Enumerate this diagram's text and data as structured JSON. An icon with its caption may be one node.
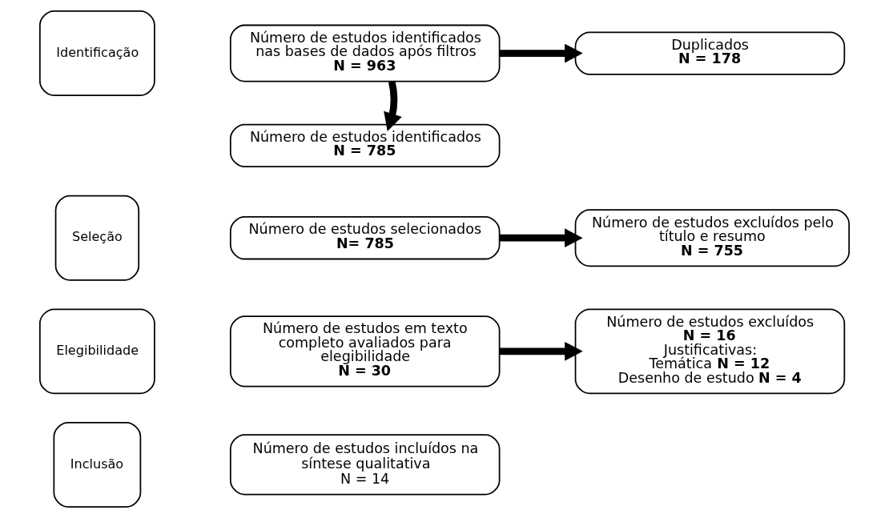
{
  "diagram": {
    "nodes": [
      {
        "text": [
          "Identificação"
        ]
      },
      {
        "text": [
          "Número de estudos identificados nas bases de dados após filtros",
          "**N = 963**"
        ]
      },
      {
        "text": [
          "Número de estudos identificados",
          "**N = 785**"
        ]
      },
      {
        "text": [
          "Seleção"
        ]
      },
      {
        "text": [
          "Número de estudos selecionados",
          "**N= 785**"
        ]
      },
      {
        "text": [
          "Elegibilidade"
        ]
      },
      {
        "text": [
          "Número de estudos em texto completo avaliados para elegibilidade",
          "**N = 30**"
        ]
      },
      {
        "text": [
          "Inclusão"
        ]
      },
      {
        "text": [
          "Número de estudos incluídos na síntese qualitativa",
          "N = 14"
        ]
      },
      {
        "text": [
          "Duplicados",
          "**N = 178**"
        ]
      },
      {
        "text": [
          "Número de estudos excluídos pelo título e resumo",
          "**N = 755**"
        ]
      },
      {
        "text": [
          "Número de estudos excluídos",
          "**N = 16**",
          "Justificativas:",
          "Temática **N = 12**",
          "Desenho de estudo **N = 4**"
        ]
      }
    ],
    "edges": [
      {
        "from": 1,
        "to": 2,
        "arrow": "to"
      },
      {
        "from": 1,
        "to": 9,
        "arrow": "to"
      },
      {
        "from": 4,
        "to": 10,
        "arrow": "to"
      },
      {
        "from": 6,
        "to": 11,
        "arrow": "to"
      }
    ]
  }
}
